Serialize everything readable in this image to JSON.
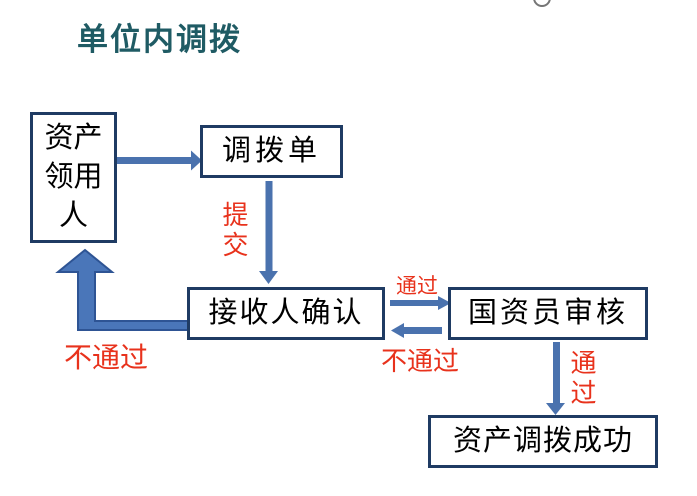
{
  "title": {
    "text": "单位内调拨",
    "color": "#1f5b64"
  },
  "decorations": {
    "partial_circle": {
      "name": "partial-circle-top-edge",
      "border_color": "#767676"
    }
  },
  "flowchart": {
    "type": "flowchart",
    "colors": {
      "box_border": "#1f3b63",
      "box_text": "#000000",
      "arrow": "#4a72ae",
      "block_arrow_fill": "#4a76b9",
      "block_arrow_stroke": "#2e5494",
      "edge_label": "#e8321c"
    },
    "nodes": {
      "asset_user": {
        "label": "资产领用人",
        "lines": [
          "资产",
          "领用",
          "人"
        ]
      },
      "transfer_order": {
        "label": "调拨单"
      },
      "receiver_confirm": {
        "label": "接收人确认"
      },
      "state_review": {
        "label": "国资员审核"
      },
      "transfer_success": {
        "label": "资产调拨成功"
      }
    },
    "edges": [
      {
        "from": "资产领用人",
        "to": "调拨单",
        "label": ""
      },
      {
        "from": "调拨单",
        "to": "接收人确认",
        "label": "提交"
      },
      {
        "from": "接收人确认",
        "to": "国资员审核",
        "label": "通过"
      },
      {
        "from": "国资员审核",
        "to": "接收人确认",
        "label": "不通过"
      },
      {
        "from": "接收人确认",
        "to": "资产领用人",
        "label": "不通过"
      },
      {
        "from": "国资员审核",
        "to": "资产调拨成功",
        "label": "通过"
      }
    ],
    "edge_labels": {
      "submit": "提交",
      "pass_to_review": "通过",
      "fail_to_receiver": "不通过",
      "fail_to_asset_user": "不通过",
      "pass_to_success": "通过"
    }
  }
}
